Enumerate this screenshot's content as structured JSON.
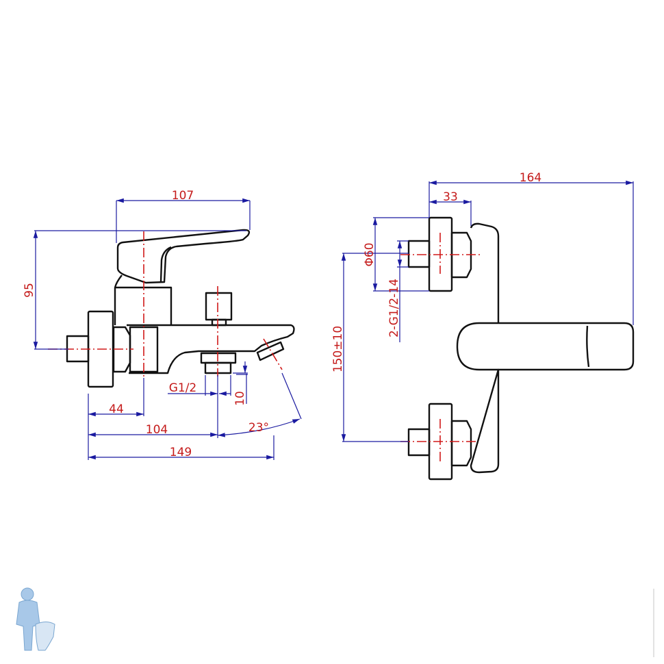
{
  "drawing": {
    "side_view": {
      "dims": {
        "top_width": "107",
        "height": "95",
        "inlet_offset": "44",
        "outlet_offset": "104",
        "total_length": "149",
        "thread": "G1/2",
        "thread_length": "10",
        "spout_angle": "23°"
      }
    },
    "front_view": {
      "dims": {
        "total_depth": "164",
        "flange_depth": "33",
        "flange_diameter": "Φ60",
        "connections": "2-G1/2-14",
        "center_distance": "150±10"
      }
    }
  },
  "colors": {
    "outline": "#111111",
    "centerline": "#d01818",
    "dimension": "#1a1aa0",
    "logo": "#a8c8e8"
  }
}
